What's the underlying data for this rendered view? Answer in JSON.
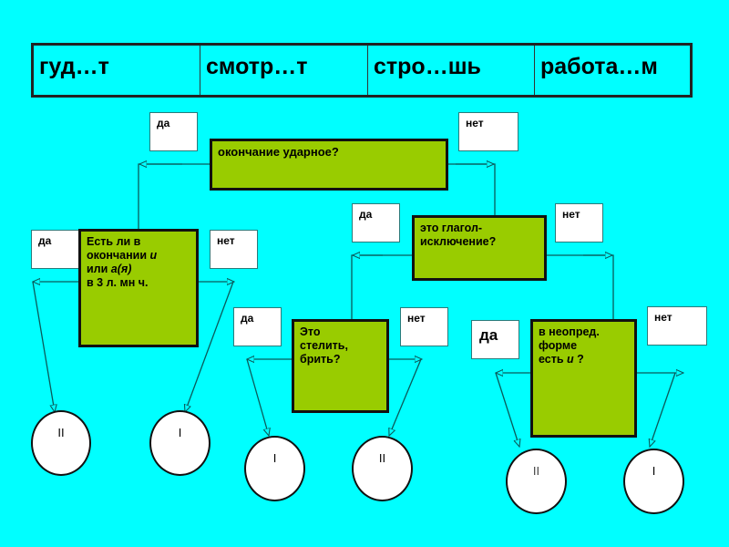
{
  "header_table": {
    "cells": [
      "гуд…т",
      "смотр…т",
      "стро…шь",
      "работа…м"
    ]
  },
  "labels": {
    "yes": "да",
    "no": "нет"
  },
  "questions": {
    "q1": "окончание ударное?",
    "q2_line1": "Есть ли в",
    "q2_line2a": "окончании ",
    "q2_line2b": "и",
    "q2_line3a": "или ",
    "q2_line3b": "а(я)",
    "q2_line4": "в 3 л. мн  ч.",
    "q3": "это глагол-\nисключение?",
    "q4": "Это\nстелить,\nбрить?",
    "q5_line1": "в неопред.",
    "q5_line2": "форме",
    "q5_line3a": " есть ",
    "q5_line3b": "и",
    "q5_line3c": " ?"
  },
  "results": {
    "r1": "II",
    "r2": "I",
    "r3": "I",
    "r4": "II",
    "r5": "II",
    "r6": "I"
  },
  "colors": {
    "background": "#00ffff",
    "question_fill": "#99cc00",
    "label_fill": "#ffffff",
    "connector": "#0b5a5a"
  }
}
